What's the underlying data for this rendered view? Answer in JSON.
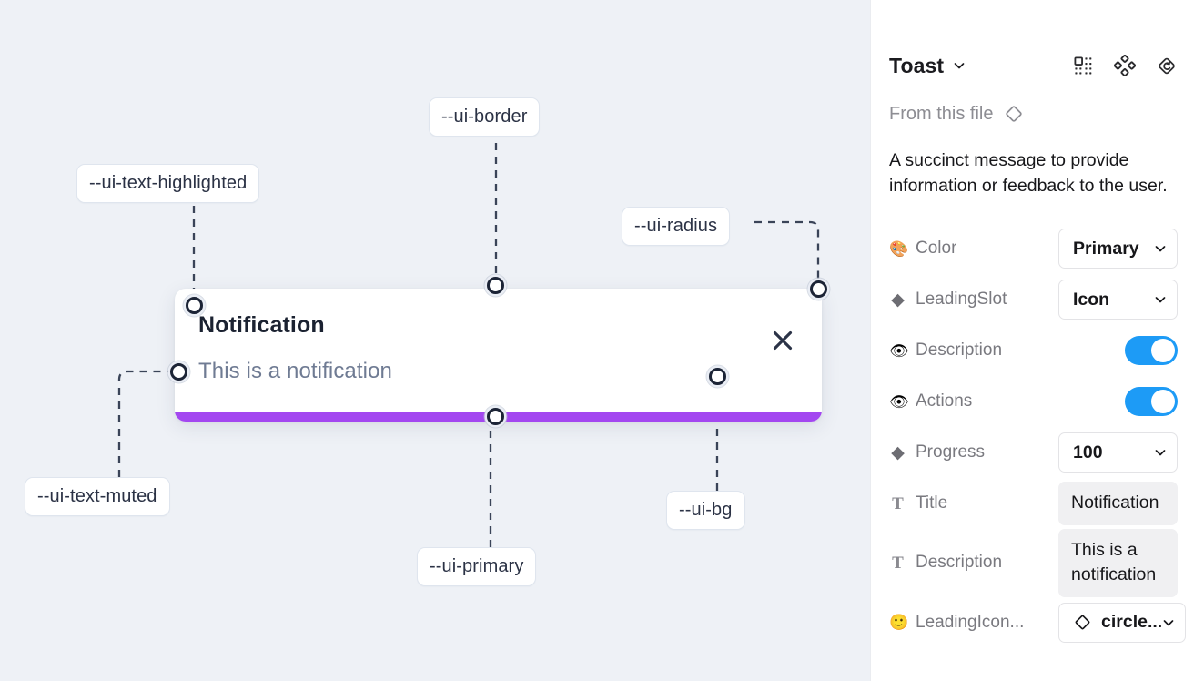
{
  "canvas": {
    "background_color": "#eef1f6",
    "tokens": [
      {
        "name": "ui-text-highlighted",
        "label": "--ui-text-highlighted"
      },
      {
        "name": "ui-border",
        "label": "--ui-border"
      },
      {
        "name": "ui-radius",
        "label": "--ui-radius"
      },
      {
        "name": "ui-text-muted",
        "label": "--ui-text-muted"
      },
      {
        "name": "ui-primary",
        "label": "--ui-primary"
      },
      {
        "name": "ui-bg",
        "label": "--ui-bg"
      }
    ],
    "toast": {
      "title": "Notification",
      "description": "This is a notification",
      "close_icon": "close-icon",
      "progress_color": "#a347f0",
      "background_color": "#ffffff",
      "title_color": "#1b2231",
      "description_color": "#6f7b93"
    }
  },
  "sidebar": {
    "title": "Toast",
    "title_caret_icon": "chevron-down-icon",
    "header_icons": [
      {
        "name": "component-icon"
      },
      {
        "name": "component-set-icon"
      },
      {
        "name": "reset-instance-icon"
      }
    ],
    "from_this_file": {
      "label": "From this file",
      "icon": "diamond-icon"
    },
    "description": "A succinct message to provide information or feedback to the user.",
    "properties": [
      {
        "name": "color",
        "icon": "palette-emoji",
        "icon_glyph": "🎨",
        "icon_kind": "emoji",
        "label": "Color",
        "control": "select",
        "value": "Primary"
      },
      {
        "name": "leading-slot",
        "icon": "diamond-filled-icon",
        "icon_glyph": "◆",
        "icon_kind": "glyph",
        "label": "LeadingSlot",
        "control": "select",
        "value": "Icon"
      },
      {
        "name": "description-visible",
        "icon": "eye-emoji",
        "icon_glyph": "👁",
        "icon_kind": "emoji",
        "label": "Description",
        "control": "toggle",
        "value": "on",
        "accent_color": "#1d9bf6"
      },
      {
        "name": "actions-visible",
        "icon": "eye-emoji",
        "icon_glyph": "👁",
        "icon_kind": "emoji",
        "label": "Actions",
        "control": "toggle",
        "value": "on",
        "accent_color": "#1d9bf6"
      },
      {
        "name": "progress",
        "icon": "diamond-filled-icon",
        "icon_glyph": "◆",
        "icon_kind": "glyph",
        "label": "Progress",
        "control": "select",
        "value": "100"
      },
      {
        "name": "title",
        "icon": "text-icon",
        "icon_glyph": "T",
        "icon_kind": "serif",
        "label": "Title",
        "control": "text",
        "value": "Notification"
      },
      {
        "name": "description-text",
        "icon": "text-icon",
        "icon_glyph": "T",
        "icon_kind": "serif",
        "label": "Description",
        "control": "text",
        "value": "This is a notification"
      },
      {
        "name": "leading-icon",
        "icon": "smiley-emoji",
        "icon_glyph": "🙂",
        "icon_kind": "emoji",
        "label": "LeadingIcon...",
        "control": "select-icon",
        "value": "circle..."
      }
    ]
  }
}
